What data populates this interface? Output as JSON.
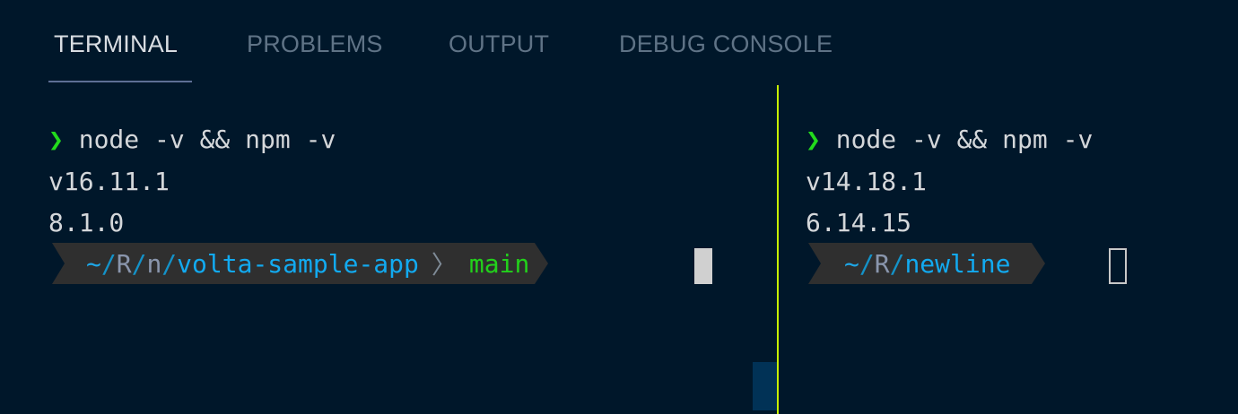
{
  "tabs": [
    {
      "label": "TERMINAL",
      "active": true
    },
    {
      "label": "PROBLEMS",
      "active": false
    },
    {
      "label": "OUTPUT",
      "active": false
    },
    {
      "label": "DEBUG CONSOLE",
      "active": false
    }
  ],
  "colors": {
    "background": "#00172a",
    "active_tab": "#d9dde2",
    "inactive_tab": "#5f7386",
    "tab_underline": "#5d6f95",
    "prompt_arrow": "#22da1c",
    "splitter": "#c6ef00",
    "path_blue": "#12aaf0",
    "branch_green": "#22d11b",
    "powerline_bg": "#2f2f2f"
  },
  "terminals": [
    {
      "prompt_symbol": "❯",
      "command": "node -v && npm -v",
      "output": [
        "v16.11.1",
        "8.1.0"
      ],
      "prompt": {
        "tilde": "~",
        "segments": [
          "R",
          "n"
        ],
        "dir": "volta-sample-app",
        "separator": "〉",
        "branch": "main"
      },
      "cursor": "block-filled",
      "focused": true
    },
    {
      "prompt_symbol": "❯",
      "command": "node -v && npm -v",
      "output": [
        "v14.18.1",
        "6.14.15"
      ],
      "prompt": {
        "tilde": "~",
        "segments": [
          "R"
        ],
        "dir": "newline"
      },
      "cursor": "block-hollow",
      "focused": false
    }
  ],
  "slash": "/"
}
